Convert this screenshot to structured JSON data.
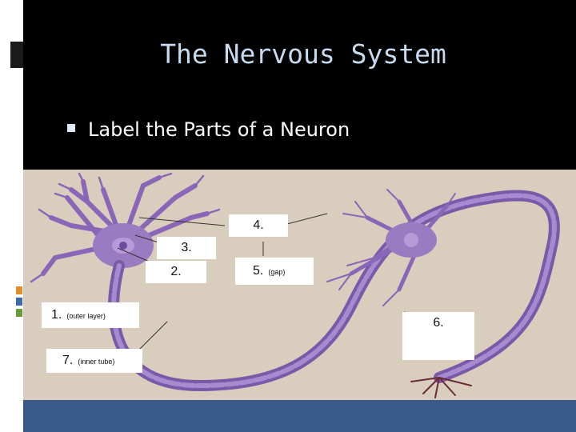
{
  "slide": {
    "title": "The Nervous System",
    "bullet": "Label the Parts of a Neuron"
  },
  "labels": [
    {
      "id": "label-4",
      "num": "4.",
      "note": ""
    },
    {
      "id": "label-3",
      "num": "3.",
      "note": ""
    },
    {
      "id": "label-2",
      "num": "2.",
      "note": ""
    },
    {
      "id": "label-5",
      "num": "5.",
      "note": "(gap)"
    },
    {
      "id": "label-1",
      "num": "1.",
      "note": "(outer layer)"
    },
    {
      "id": "label-6",
      "num": "6.",
      "note": ""
    },
    {
      "id": "label-7",
      "num": "7.",
      "note": "(inner tube)"
    }
  ],
  "colors": {
    "background": "#000000",
    "title": "#c6dbef",
    "neuron_fill": "#9a7bc2",
    "neuron_dark": "#6a4a9a",
    "diagram_bg": "#d9cdbd",
    "bottom_bar": "#3a5a8c"
  },
  "icons": {
    "bullet": "square-bullet-icon"
  }
}
